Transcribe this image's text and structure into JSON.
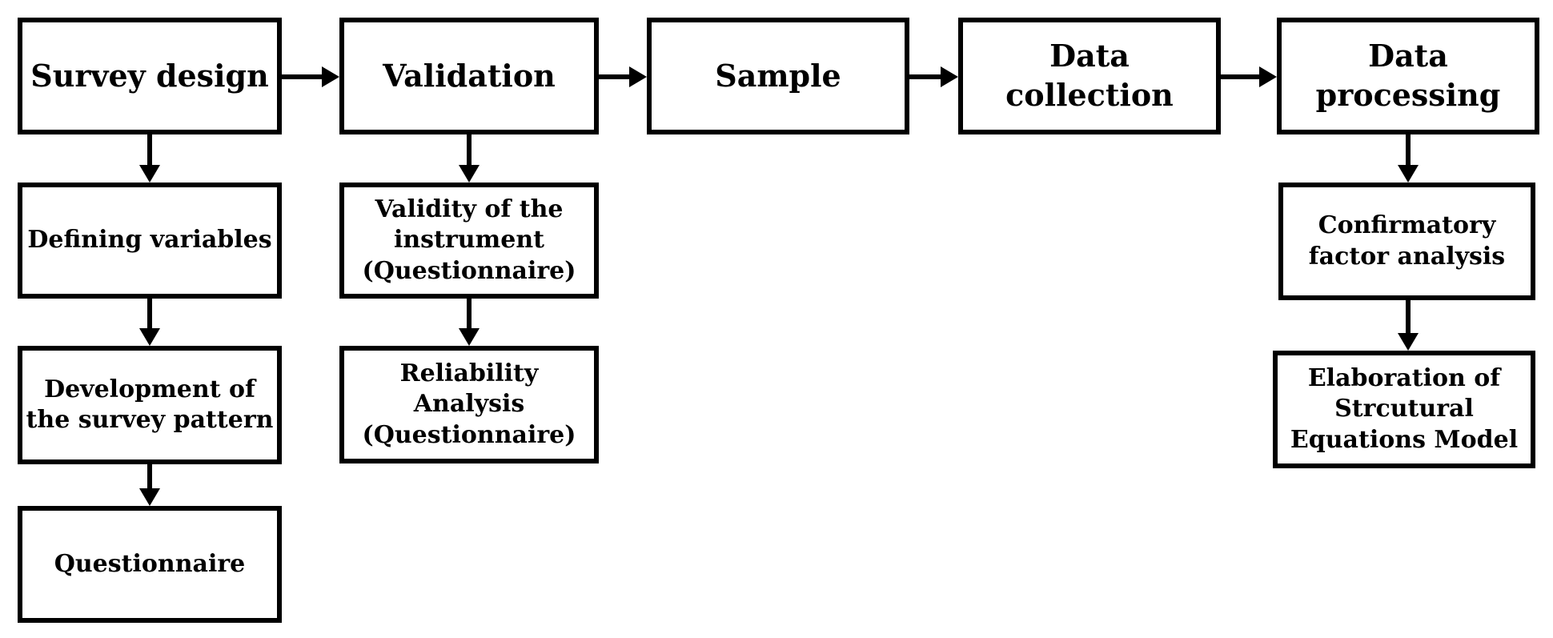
{
  "diagram": {
    "type": "flowchart",
    "colors": {
      "stroke": "#000000",
      "node_fill": "#ffffff",
      "background": "#ffffff"
    },
    "nodes": {
      "survey_design": "Survey design",
      "validation": "Validation",
      "sample": "Sample",
      "data_collection": "Data collection",
      "data_processing": "Data\nprocessing",
      "defining_variables": "Defining variables",
      "development_pattern": "Development of\nthe survey pattern",
      "questionnaire": "Questionnaire",
      "validity_instrument": "Validity of the\ninstrument\n(Questionnaire)",
      "reliability_analysis": "Reliability Analysis\n(Questionnaire)",
      "confirmatory_analysis": "Confirmatory\nfactor analysis",
      "elaboration_sem": "Elaboration of\nStrcutural\nEquations Model"
    },
    "edges": [
      {
        "from": "survey_design",
        "to": "validation"
      },
      {
        "from": "validation",
        "to": "sample"
      },
      {
        "from": "sample",
        "to": "data_collection"
      },
      {
        "from": "data_collection",
        "to": "data_processing"
      },
      {
        "from": "survey_design",
        "to": "defining_variables"
      },
      {
        "from": "defining_variables",
        "to": "development_pattern"
      },
      {
        "from": "development_pattern",
        "to": "questionnaire"
      },
      {
        "from": "validation",
        "to": "validity_instrument"
      },
      {
        "from": "validity_instrument",
        "to": "reliability_analysis"
      },
      {
        "from": "data_processing",
        "to": "confirmatory_analysis"
      },
      {
        "from": "confirmatory_analysis",
        "to": "elaboration_sem"
      }
    ]
  }
}
